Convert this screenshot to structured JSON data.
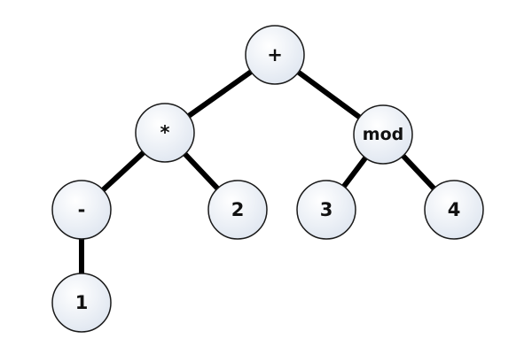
{
  "diagram": {
    "colors": {
      "edge": "#000000",
      "node_stroke": "#1a1a1a",
      "node_fill_light": "#ffffff",
      "node_fill_dark": "#dfe6f0",
      "label": "#111111"
    },
    "nodes": [
      {
        "id": "plus",
        "label": "+"
      },
      {
        "id": "times",
        "label": "*"
      },
      {
        "id": "mod",
        "label": "mod"
      },
      {
        "id": "minus",
        "label": "-"
      },
      {
        "id": "two",
        "label": "2"
      },
      {
        "id": "three",
        "label": "3"
      },
      {
        "id": "four",
        "label": "4"
      },
      {
        "id": "one",
        "label": "1"
      }
    ],
    "edges": [
      {
        "from": "plus",
        "to": "times"
      },
      {
        "from": "plus",
        "to": "mod"
      },
      {
        "from": "times",
        "to": "minus"
      },
      {
        "from": "times",
        "to": "two"
      },
      {
        "from": "mod",
        "to": "three"
      },
      {
        "from": "mod",
        "to": "four"
      },
      {
        "from": "minus",
        "to": "one"
      }
    ]
  }
}
